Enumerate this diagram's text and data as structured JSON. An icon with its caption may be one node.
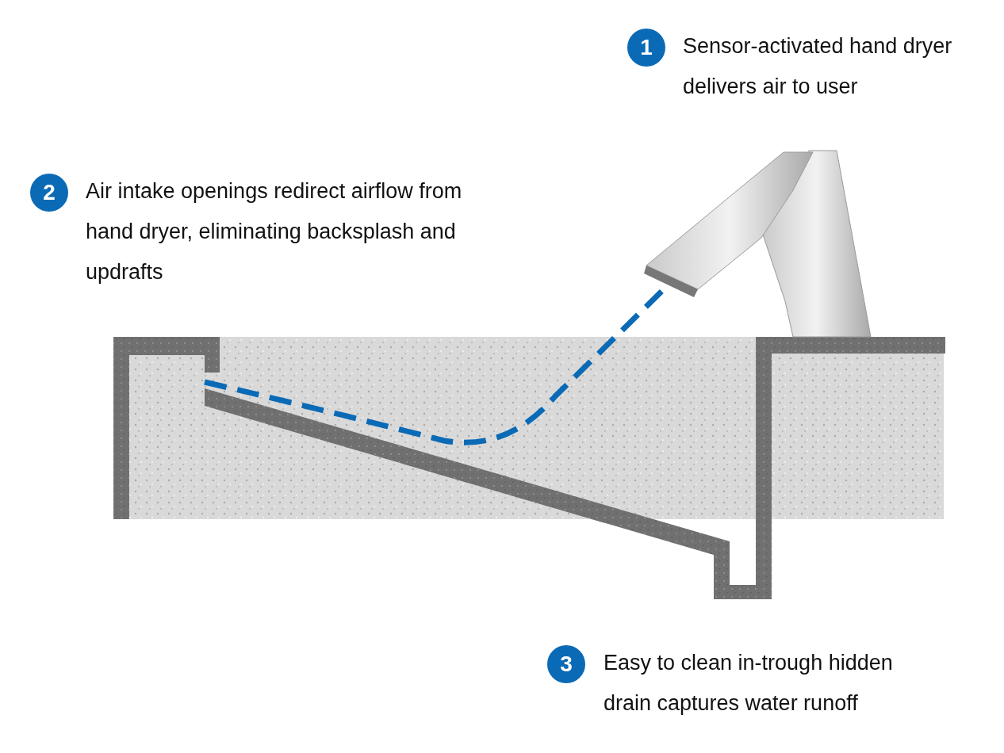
{
  "diagram": {
    "labels": [
      "1",
      "Sensor-activated hand dryer delivers air to user",
      "2",
      "Air intake openings redirect airflow from hand dryer, eliminating backsplash and updrafts",
      "3",
      "Easy to clean in-trough hidden drain captures water runoff"
    ]
  }
}
